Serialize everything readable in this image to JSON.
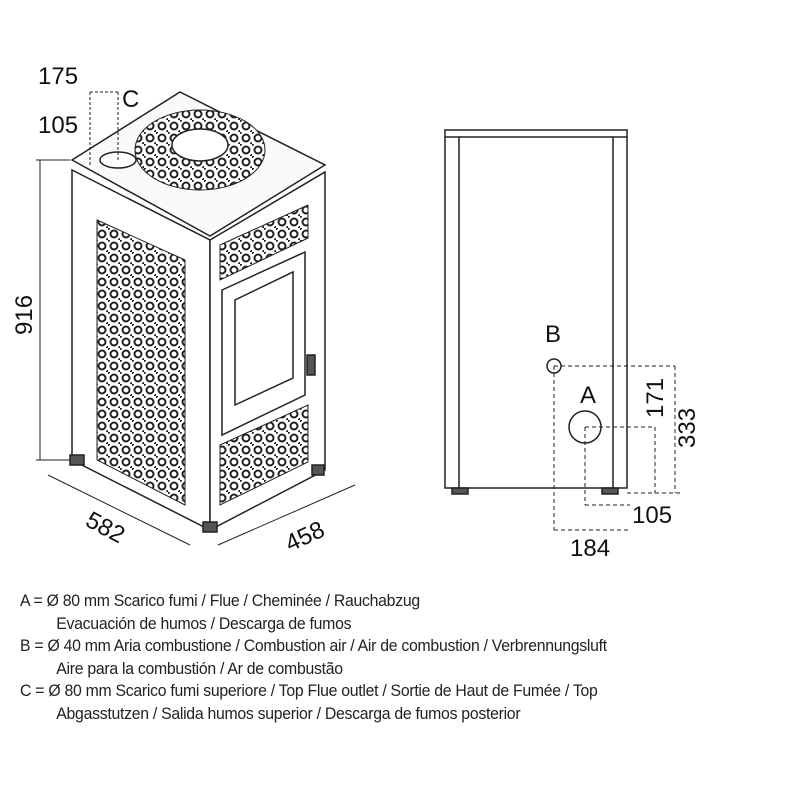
{
  "dimensions": {
    "front_view": {
      "c_offset_1": "175",
      "c_label": "C",
      "c_offset_2": "105",
      "height": "916",
      "depth": "582",
      "width": "458"
    },
    "side_view": {
      "b_label": "B",
      "a_label": "A",
      "a_height": "171",
      "b_height": "333",
      "a_offset": "105",
      "b_offset": "184"
    }
  },
  "legend": [
    {
      "line1": "A = Ø 80 mm  Scarico fumi / Flue / Cheminée / Rauchabzug",
      "line2": "Evacuación de humos / Descarga de fumos"
    },
    {
      "line1": "B = Ø 40 mm  Aria combustione / Combustion air / Air de combustion / Verbrennungsluft",
      "line2": "Aire para la combustión / Ar de combustão"
    },
    {
      "line1": "C = Ø 80 mm  Scarico fumi superiore / Top Flue outlet / Sortie de Haut de Fumée / Top",
      "line2": "Abgasstutzen / Salida humos superior / Descarga de fumos posterior"
    }
  ]
}
